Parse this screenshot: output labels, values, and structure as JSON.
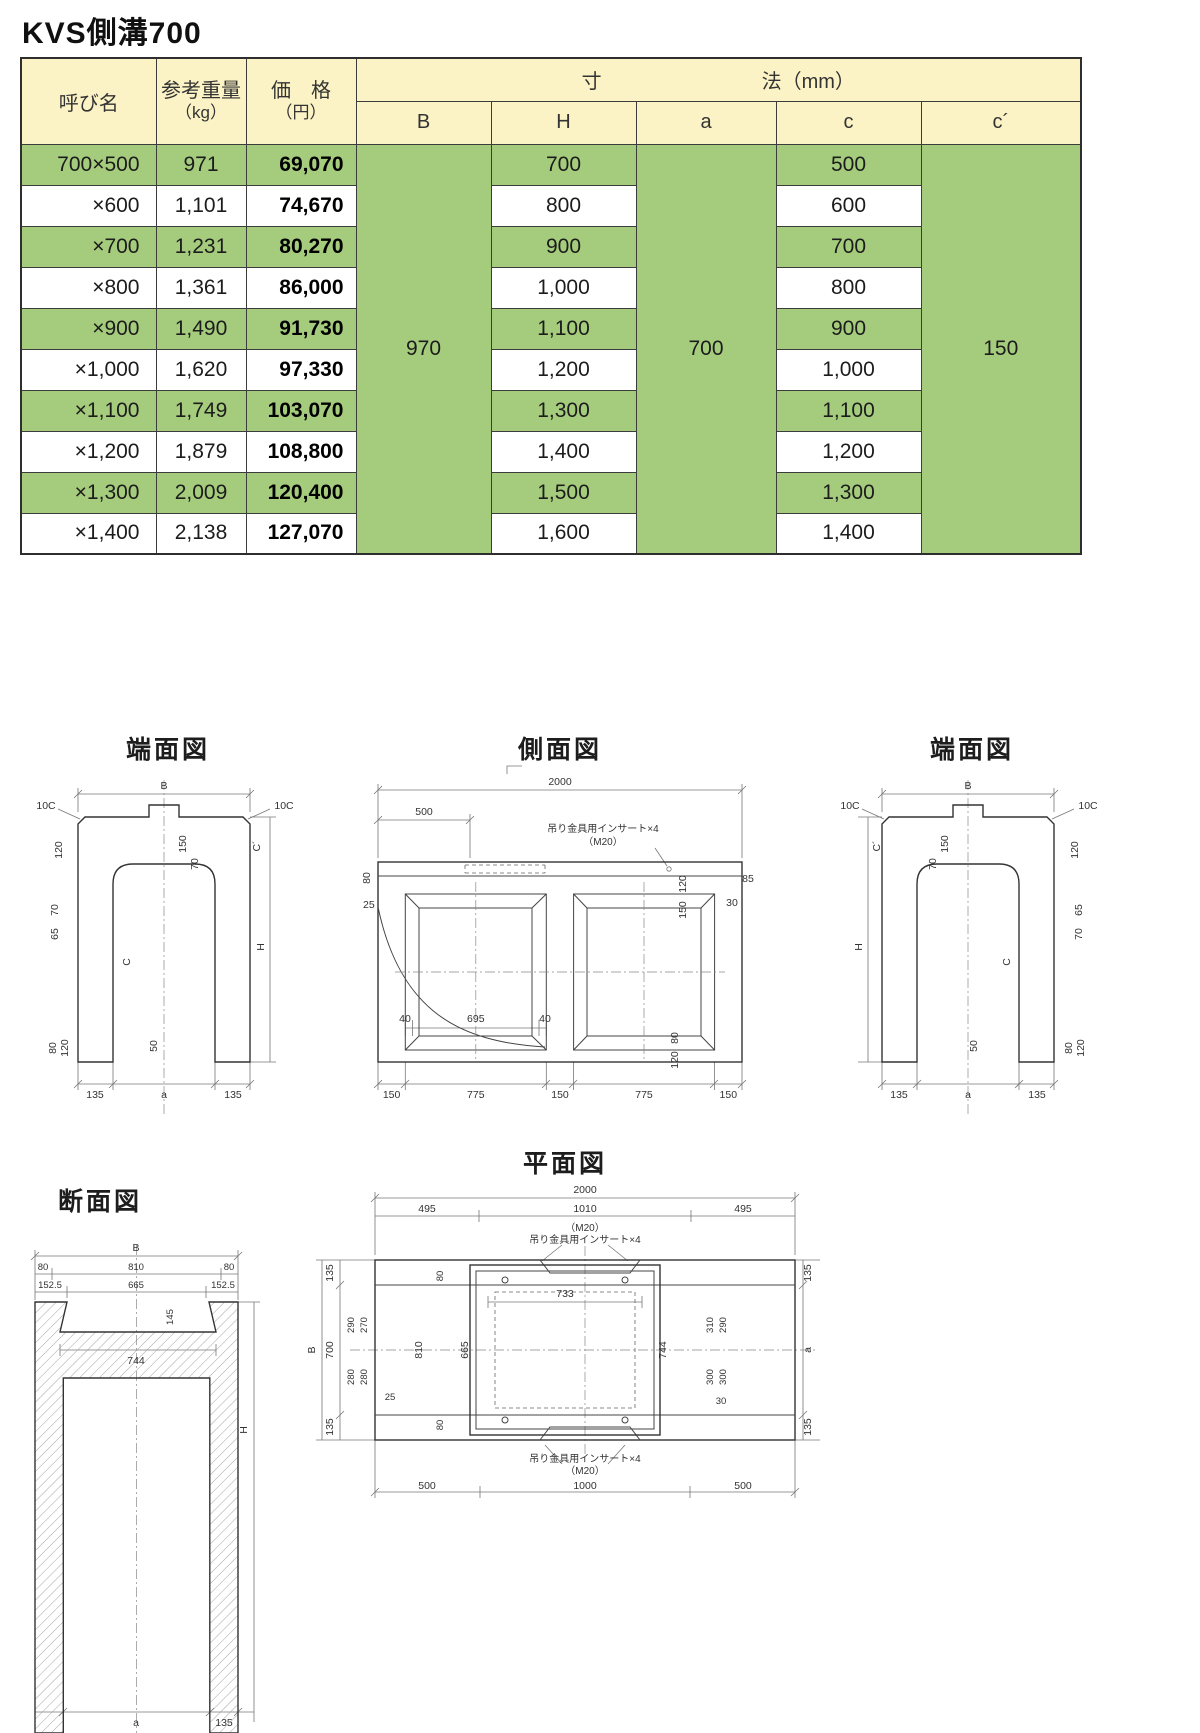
{
  "page": {
    "title": "KVS側溝700"
  },
  "colors": {
    "header_bg": "#FBF3C5",
    "row_green": "#A5CC7C",
    "row_white": "#FFFFFF",
    "border": "#3C3C3C"
  },
  "table": {
    "headers": {
      "name": "呼び名",
      "weight_l1": "参考重量",
      "weight_l2": "（kg）",
      "price_l1": "価　格",
      "price_l2": "（円）",
      "dims": "寸　　　　　　　　法（mm）",
      "cols": [
        "B",
        "H",
        "a",
        "c",
        "c´"
      ]
    },
    "merged": {
      "B": "970",
      "a": "700",
      "c_prime": "150"
    },
    "rows": [
      {
        "name": "700×500",
        "weight": "971",
        "price": "69,070",
        "H": "700",
        "c": "500"
      },
      {
        "name": "×600",
        "weight": "1,101",
        "price": "74,670",
        "H": "800",
        "c": "600"
      },
      {
        "name": "×700",
        "weight": "1,231",
        "price": "80,270",
        "H": "900",
        "c": "700"
      },
      {
        "name": "×800",
        "weight": "1,361",
        "price": "86,000",
        "H": "1,000",
        "c": "800"
      },
      {
        "name": "×900",
        "weight": "1,490",
        "price": "91,730",
        "H": "1,100",
        "c": "900"
      },
      {
        "name": "×1,000",
        "weight": "1,620",
        "price": "97,330",
        "H": "1,200",
        "c": "1,000"
      },
      {
        "name": "×1,100",
        "weight": "1,749",
        "price": "103,070",
        "H": "1,300",
        "c": "1,100"
      },
      {
        "name": "×1,200",
        "weight": "1,879",
        "price": "108,800",
        "H": "1,400",
        "c": "1,200"
      },
      {
        "name": "×1,300",
        "weight": "2,009",
        "price": "120,400",
        "H": "1,500",
        "c": "1,300"
      },
      {
        "name": "×1,400",
        "weight": "2,138",
        "price": "127,070",
        "H": "1,600",
        "c": "1,400"
      }
    ]
  },
  "drawings": {
    "end_left": {
      "title": "端面図",
      "labels": {
        "b": "B",
        "cham_l": "10C",
        "cham_r": "10C",
        "v150": "150",
        "v70_top": "70",
        "c_prime": "C´",
        "v120": "120",
        "v70": "70",
        "v65": "65",
        "c": "C",
        "h": "H",
        "v50": "50",
        "v80": "80",
        "v120b": "120",
        "d135l": "135",
        "da": "a",
        "d135r": "135"
      }
    },
    "side": {
      "title": "側面図",
      "labels": {
        "d2000": "2000",
        "d500": "500",
        "note1": "吊り金具用インサート×4",
        "note2": "（M20）",
        "v80": "80",
        "d25": "25",
        "v120": "120",
        "v150": "150",
        "d85": "85",
        "d30": "30",
        "d40l": "40",
        "d695": "695",
        "d40r": "40",
        "v80b": "80",
        "v120b": "120",
        "b150l": "150",
        "b775l": "775",
        "b150m": "150",
        "b775r": "775",
        "b150r": "150"
      }
    },
    "end_right": {
      "title": "端面図",
      "labels": {
        "b": "B",
        "cham_l": "10C",
        "cham_r": "10C",
        "v150": "150",
        "v70_top": "70",
        "c_prime": "C´",
        "v120": "120",
        "v65": "65",
        "v70": "70",
        "c": "C",
        "h": "H",
        "v50": "50",
        "v80": "80",
        "v120b": "120",
        "d135l": "135",
        "da": "a",
        "d135r": "135"
      }
    },
    "section": {
      "title": "断面図",
      "labels": {
        "b": "B",
        "d80l": "80",
        "d810": "810",
        "d80r": "80",
        "d1525l": "152.5",
        "d665": "665",
        "d1525r": "152.5",
        "v145": "145",
        "d744": "744",
        "h": "H",
        "da": "a",
        "d135": "135"
      }
    },
    "plan": {
      "title": "平面図",
      "labels": {
        "d2000": "2000",
        "d495l": "495",
        "d1010": "1010",
        "d495r": "495",
        "note_m20_top": "（M20）",
        "note_insert_top": "吊り金具用インサート×4",
        "note_insert_bottom": "吊り金具用インサート×4",
        "note_m20_bottom": "（M20）",
        "vb": "B",
        "v135t": "135",
        "v700": "700",
        "v135b": "135",
        "v80t": "80",
        "v80b": "80",
        "v290a": "290",
        "v280a": "280",
        "v270": "270",
        "v280b": "280",
        "d25": "25",
        "v810": "810",
        "v665": "665",
        "d733": "733",
        "v744": "744",
        "v310": "310",
        "v300a": "300",
        "v290b": "290",
        "v300b": "300",
        "d30": "30",
        "v135rt": "135",
        "va": "a",
        "v135rb": "135",
        "b500l": "500",
        "b1000": "1000",
        "b500r": "500"
      }
    }
  }
}
